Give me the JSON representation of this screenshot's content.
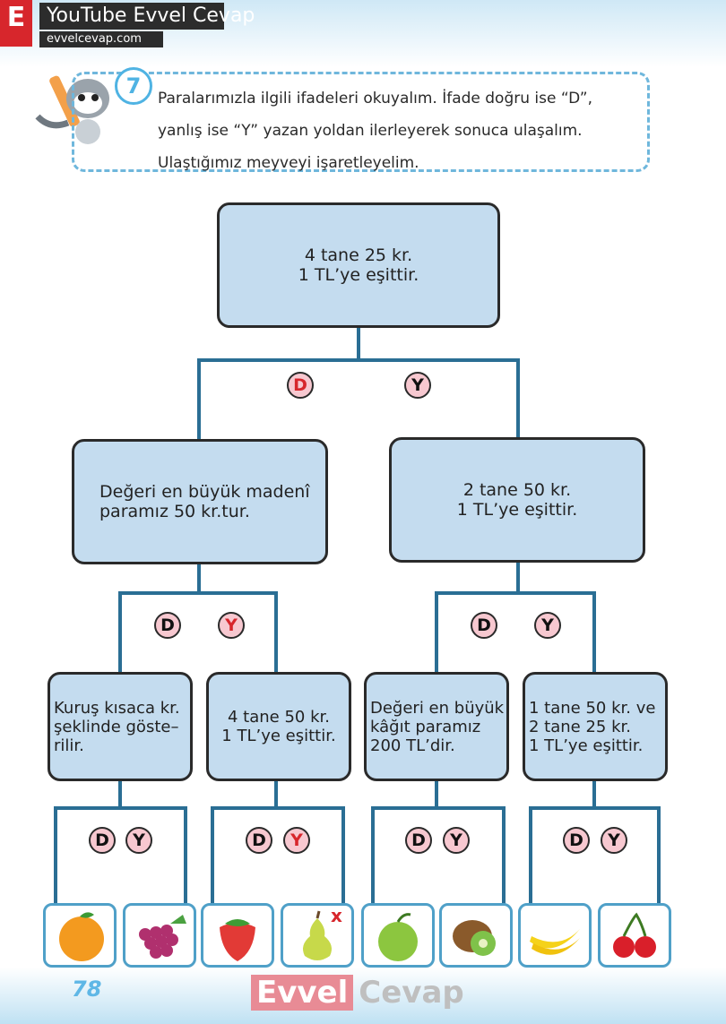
{
  "header": {
    "badge": "E",
    "channel": "YouTube Evvel Cevap",
    "site": "evvelcevap.com"
  },
  "instruction": {
    "number": "7",
    "lines": [
      "Paralarımızla ilgili ifadeleri okuyalım. İfade doğru ise “D”,",
      "yanlış ise “Y” yazan yoldan ilerleyerek sonuca ulaşalım.",
      "Ulaştığımız meyveyi işaretleyelim."
    ]
  },
  "boxes": {
    "root": [
      "4 tane 25 kr.",
      "1 TL’ye eşittir."
    ],
    "left": [
      "Değeri en büyük madenî",
      "paramız 50 kr.tur."
    ],
    "right": [
      "2 tane 50 kr.",
      "1 TL’ye eşittir."
    ],
    "ll": [
      "Kuruş kısaca kr.",
      "şeklinde göste–",
      "rilir."
    ],
    "lr": [
      "4 tane 50 kr.",
      "1 TL’ye eşittir."
    ],
    "rl": [
      "Değeri en büyük",
      "kâğıt paramız",
      "200 TL’dir."
    ],
    "rr": [
      "1 tane 50 kr. ve",
      "2 tane 25 kr.",
      "1 TL’ye eşittir."
    ]
  },
  "labels": {
    "d": "D",
    "y": "Y"
  },
  "fruits": [
    "orange-icon",
    "grapes-icon",
    "strawberry-icon",
    "pear-icon",
    "apple-icon",
    "kiwi-icon",
    "banana-icon",
    "cherry-icon"
  ],
  "mark": "x",
  "footer": {
    "page": "78",
    "wm_a": "Evvel",
    "wm_b": "Cevap"
  },
  "colors": {
    "box_fill": "#c4dcef",
    "line": "#2a6e94",
    "red": "#d7262c",
    "circle": "#f7c8d0"
  }
}
